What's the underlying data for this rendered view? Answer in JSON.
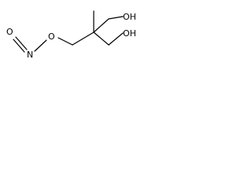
{
  "structure": {
    "atoms": {
      "oxo_left": "O",
      "nitro_n": "N",
      "nitrate_o": "O",
      "oh_top": "OH",
      "oh_bottom": "OH"
    }
  }
}
